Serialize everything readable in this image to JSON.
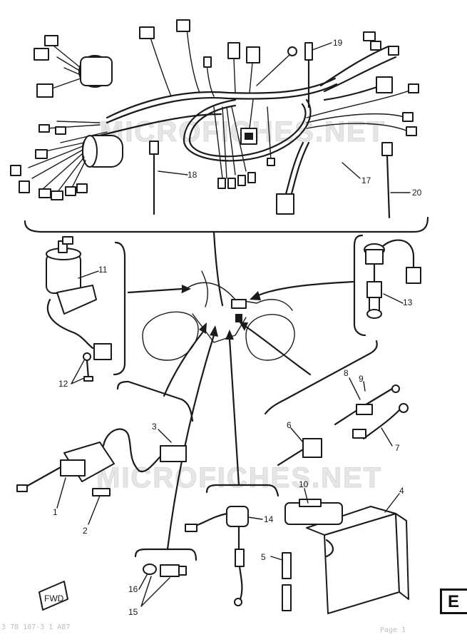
{
  "watermark": [
    "MICROFICHES.NET",
    "MICROFICHES.NET"
  ],
  "section_badge": "E",
  "footer_code": "3 78 107-3 1 A87",
  "footer_right": "Page 1",
  "fwd_label": "FWD",
  "parts": [
    {
      "num": "1"
    },
    {
      "num": "2"
    },
    {
      "num": "3"
    },
    {
      "num": "4"
    },
    {
      "num": "5"
    },
    {
      "num": "6"
    },
    {
      "num": "7"
    },
    {
      "num": "8"
    },
    {
      "num": "9"
    },
    {
      "num": "10"
    },
    {
      "num": "11"
    },
    {
      "num": "12"
    },
    {
      "num": "13"
    },
    {
      "num": "14"
    },
    {
      "num": "15"
    },
    {
      "num": "16"
    },
    {
      "num": "17"
    },
    {
      "num": "18"
    },
    {
      "num": "19"
    },
    {
      "num": "20"
    }
  ]
}
